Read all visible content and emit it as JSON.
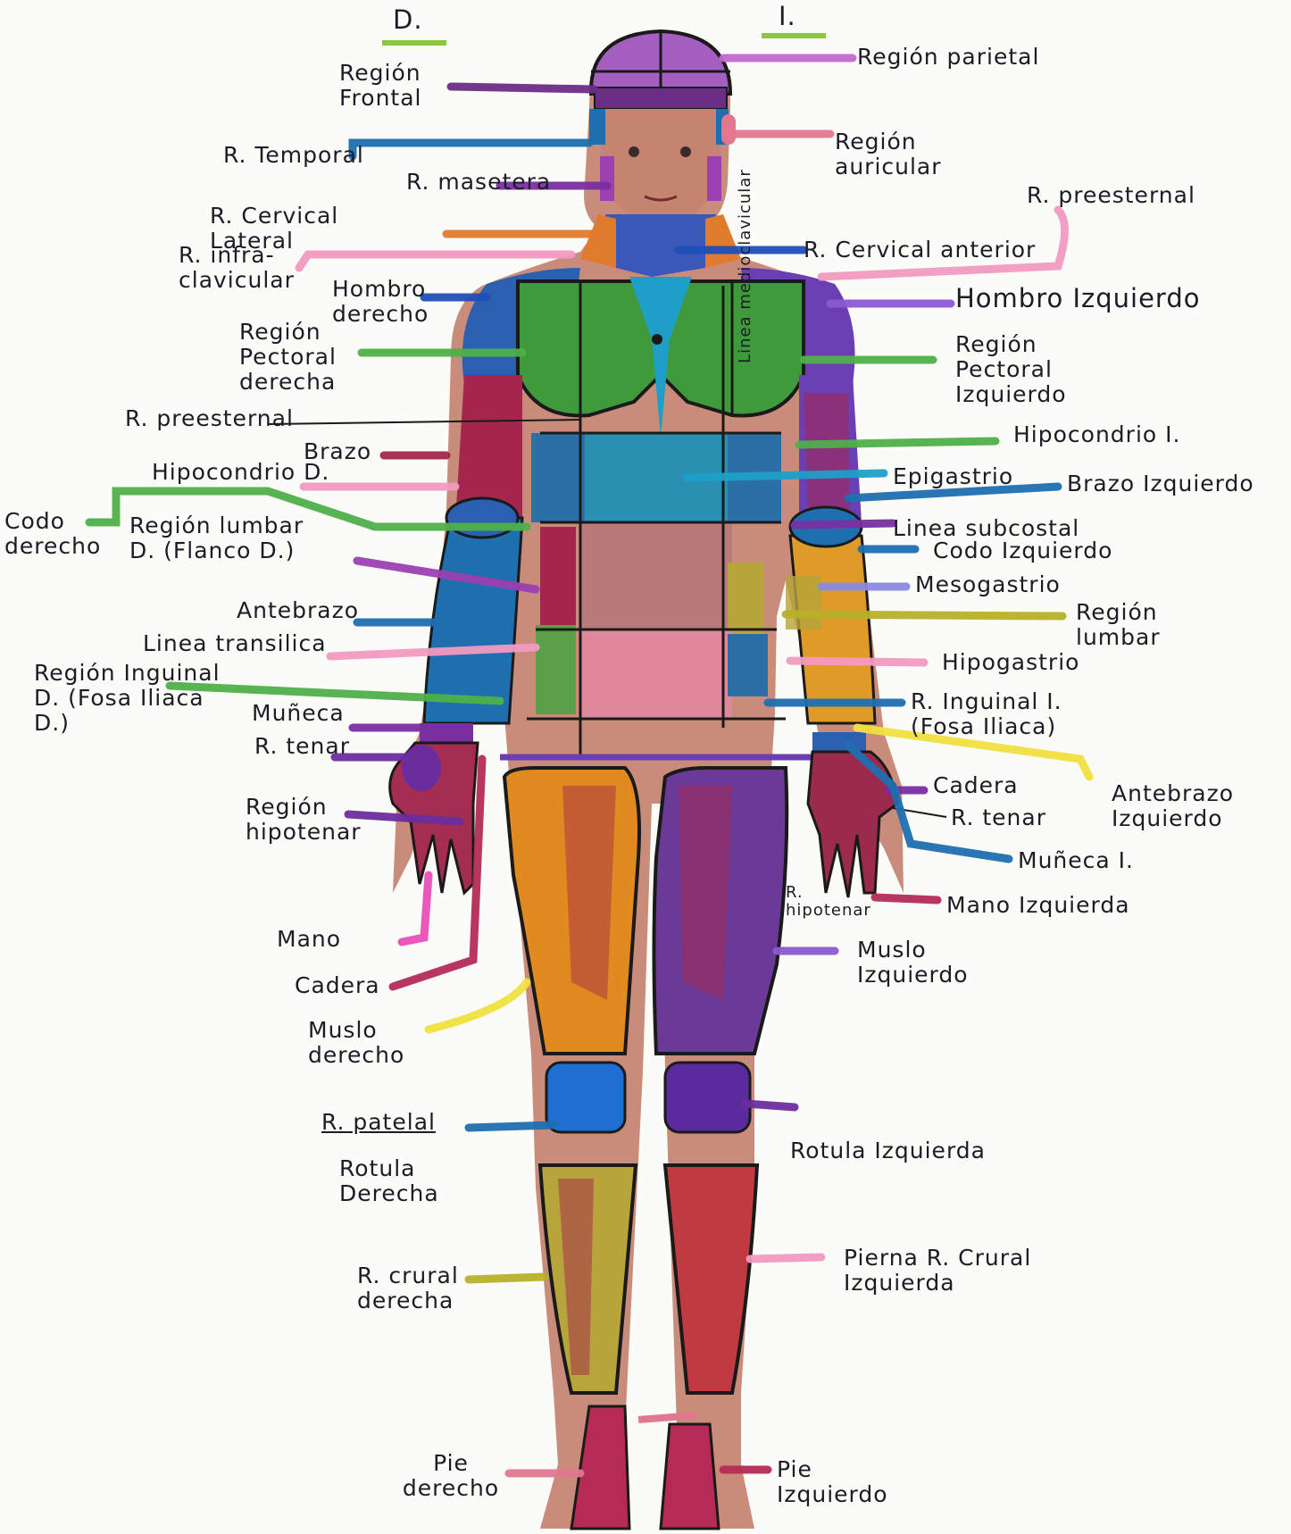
{
  "header": {
    "right_side": "D.",
    "left_side": "I."
  },
  "colors": {
    "head": "#a45ec0",
    "face": "#c98a73",
    "neck": "#3a58b8",
    "chest": "#3f9a3c",
    "deltoid": "#6b3fb3",
    "abdomen_blue": "#2f8bb6",
    "arm_red": "#a5264c",
    "arm_blue": "#1f6fb0",
    "forearm_orange": "#e09a28",
    "thigh_orange": "#e08a1f",
    "thigh_purple": "#6b3a96",
    "knee_blue": "#1e6fd1",
    "knee_purple": "#5b2b9d",
    "shin_olive": "#b7a43a",
    "shin_red": "#c03a42",
    "foot": "#b52b55",
    "hand": "#9b2b4c",
    "skin": "#c98c7a",
    "outline": "#1a1a1a"
  },
  "labels_right_side": [
    "Región Frontal",
    "R. Temporal",
    "R. masetera",
    "R. Cervical Lateral",
    "R. infra-clavicular",
    "Hombro derecho",
    "Región Pectoral derecha",
    "R. preesternal",
    "Brazo",
    "Hipocondrio D.",
    "Codo derecho",
    "Región lumbar D. (Flanco D.)",
    "Antebrazo",
    "Linea transilica",
    "Región Inguinal D. (Fosa Iliaca D.)",
    "Muñeca",
    "R. tenar",
    "Región hipotenar",
    "Mano",
    "Cadera",
    "Muslo derecho",
    "R. patelal",
    "Rotula Derecha",
    "R. crural derecha",
    "Pie derecho"
  ],
  "labels_left_side": [
    "Región parietal",
    "Región auricular",
    "R. preesternal",
    "R. Cervical anterior",
    "Hombro Izquierdo",
    "Región Pectoral Izquierdo",
    "Hipocondrio I.",
    "Epigastrio",
    "Brazo Izquierdo",
    "Linea subcostal",
    "Codo Izquierdo",
    "Mesogastrio",
    "Región lumbar",
    "Hipogastrio",
    "R. Inguinal I. (Fosa Iliaca)",
    "Cadera",
    "Antebrazo Izquierdo",
    "R. tenar",
    "Muñeca I.",
    "R. hipotenar",
    "Mano Izquierda",
    "Muslo Izquierdo",
    "Rotula Izquierda",
    "Pierna R. Crural Izquierda",
    "Pie Izquierdo"
  ],
  "midline_label": "Linea medioclavicular"
}
